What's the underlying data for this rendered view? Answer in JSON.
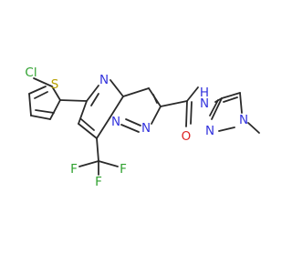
{
  "colors": {
    "bond": "#2a2a2a",
    "carbon": "#2a2a2a",
    "nitrogen": "#3333dd",
    "oxygen": "#dd2222",
    "sulfur": "#b8a000",
    "chlorine": "#2ea12e",
    "fluorine": "#2ea12e"
  },
  "atoms": {
    "cl": "Cl",
    "s": "S",
    "n_pyrimidine": "N",
    "n_bridge": "N",
    "n_pyrazole": "N",
    "n_amide": "N",
    "h_amide": "H",
    "o_carbonyl": "O",
    "n_pz_a": "N",
    "n_pz_b": "N",
    "f1": "F",
    "f2": "F",
    "f3": "F"
  }
}
